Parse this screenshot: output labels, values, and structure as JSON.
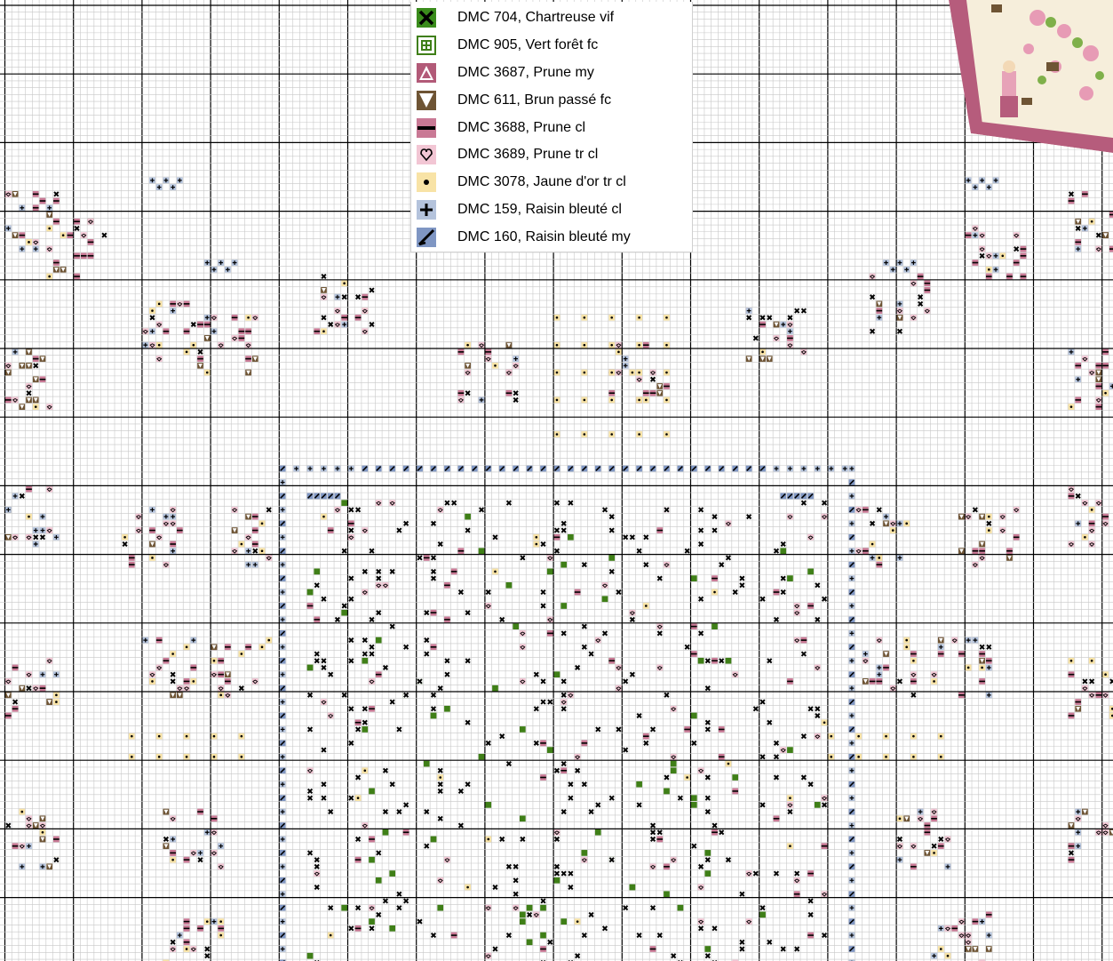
{
  "legend": {
    "items": [
      {
        "code": "DMC 704",
        "label": "DMC 704, Chartreuse vif",
        "symbol": "x-mark-icon",
        "color": "#3a8c1c"
      },
      {
        "code": "DMC 905",
        "label": "DMC 905, Vert forêt fc",
        "symbol": "dotted-square-icon",
        "color": "#3f7f17"
      },
      {
        "code": "DMC 3687",
        "label": "DMC 3687, Prune my",
        "symbol": "triangle-up-icon",
        "color": "#b25a78"
      },
      {
        "code": "DMC 611",
        "label": "DMC 611, Brun passé fc",
        "symbol": "triangle-down-icon",
        "color": "#6e5434"
      },
      {
        "code": "DMC 3688",
        "label": "DMC 3688, Prune cl",
        "symbol": "dash-icon",
        "color": "#c97995"
      },
      {
        "code": "DMC 3689",
        "label": "DMC 3689, Prune tr cl",
        "symbol": "heart-outline-icon",
        "color": "#f2c6d4"
      },
      {
        "code": "DMC 3078",
        "label": "DMC 3078, Jaune d'or tr cl",
        "symbol": "dot-icon",
        "color": "#f8e3a6"
      },
      {
        "code": "DMC 159",
        "label": "DMC 159, Raisin bleuté cl",
        "symbol": "plus-icon",
        "color": "#b4c3dc"
      },
      {
        "code": "DMC 160",
        "label": "DMC 160, Raisin bleuté my",
        "symbol": "slash-icon",
        "color": "#7f96c3"
      }
    ]
  },
  "grid": {
    "line_color": "#c8c8c8",
    "major_line_color": "#000000"
  }
}
